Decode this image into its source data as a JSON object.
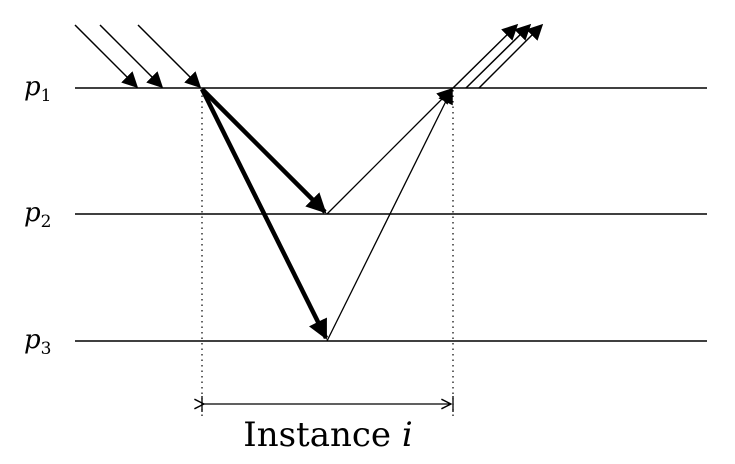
{
  "diagram": {
    "levels": [
      {
        "symbol": "p",
        "index": "1"
      },
      {
        "symbol": "p",
        "index": "2"
      },
      {
        "symbol": "p",
        "index": "3"
      }
    ],
    "caption": {
      "text": "Instance ",
      "variable": "i"
    }
  }
}
